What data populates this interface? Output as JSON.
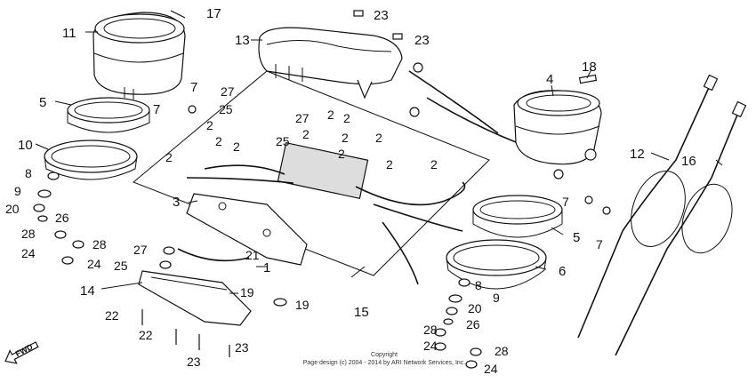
{
  "labels": {
    "p17": "17",
    "p23a": "23",
    "p23b": "23",
    "p11": "11",
    "p13": "13",
    "p18": "18",
    "p4": "4",
    "p5a": "5",
    "p7a": "7",
    "p7b": "7",
    "p27a": "27",
    "p25a": "25",
    "p27b": "27",
    "p2a": "2",
    "p2b": "2",
    "p2c": "2",
    "p2d": "2",
    "p2e": "2",
    "p2f": "2",
    "p2g": "2",
    "p2h": "2",
    "p2i": "2",
    "p2j": "2",
    "p2k": "2",
    "p25b": "25",
    "p10": "10",
    "p8a": "8",
    "p9a": "9",
    "p20a": "20",
    "p26a": "26",
    "p3": "3",
    "p12": "12",
    "p16": "16",
    "p7c": "7",
    "p7d": "7",
    "p5b": "5",
    "p28a": "28",
    "p28b": "28",
    "p24a": "24",
    "p24b": "24",
    "p27c": "27",
    "p21": "21",
    "p1": "1",
    "p25c": "25",
    "p14": "14",
    "p19a": "19",
    "p19b": "19",
    "p6": "6",
    "p8b": "8",
    "p9b": "9",
    "p20b": "20",
    "p26b": "26",
    "p15": "15",
    "p22a": "22",
    "p22b": "22",
    "p23c": "23",
    "p23d": "23",
    "p28c": "28",
    "p24c": "24",
    "p28d": "28",
    "p24d": "24"
  },
  "fwd_label": "FWD",
  "copyright": {
    "line1": "Copyright",
    "line2": "Page design (c) 2004 - 2014 by ARI Network Services, Inc."
  }
}
